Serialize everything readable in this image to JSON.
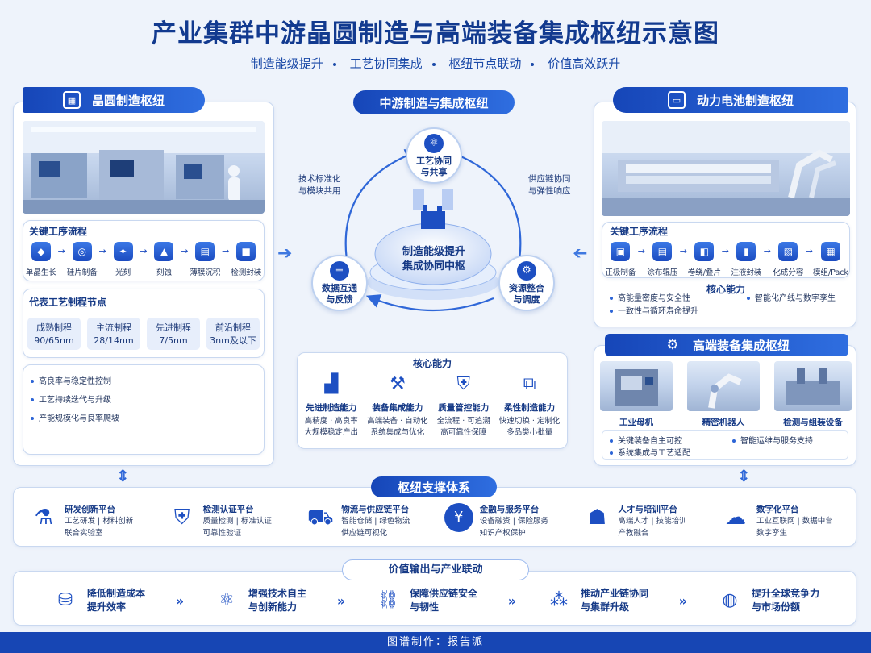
{
  "title": "产业集群中游晶圆制造与高端装备集成枢纽示意图",
  "subtitle": [
    "制造能级提升",
    "工艺协同集成",
    "枢纽节点联动",
    "价值高效跃升"
  ],
  "colors": {
    "primary": "#1746b4",
    "accent": "#2f6ee0",
    "background": "#eef3fb"
  },
  "wafer": {
    "header": "晶圆制造枢纽",
    "process_title": "关键工序流程",
    "steps": [
      "单晶生长",
      "硅片制备",
      "光刻",
      "刻蚀",
      "薄膜沉积",
      "检测封装"
    ],
    "nodes_title": "代表工艺制程节点",
    "nodes": [
      {
        "name": "成熟制程",
        "value": "90/65nm"
      },
      {
        "name": "主流制程",
        "value": "28/14nm"
      },
      {
        "name": "先进制程",
        "value": "7/5nm"
      },
      {
        "name": "前沿制程",
        "value": "3nm及以下"
      }
    ],
    "bullets": [
      "高良率与稳定性控制",
      "工艺持续迭代与升级",
      "产能规模化与良率爬坡"
    ]
  },
  "center": {
    "header": "中游制造与集成枢纽",
    "hub_label_1": "制造能级提升",
    "hub_label_2": "集成协同中枢",
    "top_node": "工艺协同与共享",
    "left_node": "数据互通与反馈",
    "right_node": "资源整合与调度",
    "left_text_1": "技术标准化",
    "left_text_2": "与模块共用",
    "right_text_1": "供应链协同",
    "right_text_2": "与弹性响应",
    "cap_title": "核心能力",
    "capabilities": [
      {
        "title": "先进制造能力",
        "d1": "高精度 · 高良率",
        "d2": "大规模稳定产出",
        "icon": "bar-chart-icon"
      },
      {
        "title": "装备集成能力",
        "d1": "高端装备 · 自动化",
        "d2": "系统集成与优化",
        "icon": "robot-arm-icon"
      },
      {
        "title": "质量管控能力",
        "d1": "全流程 · 可追溯",
        "d2": "高可靠性保障",
        "icon": "shield-check-icon"
      },
      {
        "title": "柔性制造能力",
        "d1": "快速切换 · 定制化",
        "d2": "多品类小批量",
        "icon": "modules-icon"
      }
    ]
  },
  "battery": {
    "header": "动力电池制造枢纽",
    "process_title": "关键工序流程",
    "steps": [
      "正极制备",
      "涂布辊压",
      "卷绕/叠片",
      "注液封装",
      "化成分容",
      "模组/Pack"
    ],
    "core_title": "核心能力",
    "core_left": [
      "高能量密度与安全性",
      "一致性与循环寿命提升"
    ],
    "core_right": [
      "智能化产线与数字孪生"
    ]
  },
  "equipment": {
    "header": "高端装备集成枢纽",
    "items": [
      "工业母机",
      "精密机器人",
      "检测与组装设备"
    ],
    "bullets_left": [
      "关键装备自主可控",
      "系统集成与工艺适配"
    ],
    "bullets_right": [
      "智能运维与服务支持"
    ]
  },
  "support": {
    "header": "枢纽支撑体系",
    "items": [
      {
        "title": "研发创新平台",
        "d1": "工艺研发 | 材料创新",
        "d2": "联合实验室",
        "icon": "microscope-icon"
      },
      {
        "title": "检测认证平台",
        "d1": "质量检测 | 标准认证",
        "d2": "可靠性验证",
        "icon": "shield-check-icon"
      },
      {
        "title": "物流与供应链平台",
        "d1": "智能仓储 | 绿色物流",
        "d2": "供应链可视化",
        "icon": "truck-icon"
      },
      {
        "title": "金融与服务平台",
        "d1": "设备融资 | 保险服务",
        "d2": "知识产权保护",
        "icon": "yen-icon"
      },
      {
        "title": "人才与培训平台",
        "d1": "高端人才 | 技能培训",
        "d2": "产教融合",
        "icon": "people-icon"
      },
      {
        "title": "数字化平台",
        "d1": "工业互联网 | 数据中台",
        "d2": "数字孪生",
        "icon": "cloud-icon"
      }
    ]
  },
  "value": {
    "header": "价值输出与产业联动",
    "items": [
      {
        "l1": "降低制造成本",
        "l2": "提升效率",
        "icon": "coins-icon"
      },
      {
        "l1": "增强技术自主",
        "l2": "与创新能力",
        "icon": "atom-icon"
      },
      {
        "l1": "保障供应链安全",
        "l2": "与韧性",
        "icon": "link-icon"
      },
      {
        "l1": "推动产业链协同",
        "l2": "与集群升级",
        "icon": "network-icon"
      },
      {
        "l1": "提升全球竞争力",
        "l2": "与市场份额",
        "icon": "globe-icon"
      }
    ]
  },
  "footer": "图谱制作：报告派"
}
